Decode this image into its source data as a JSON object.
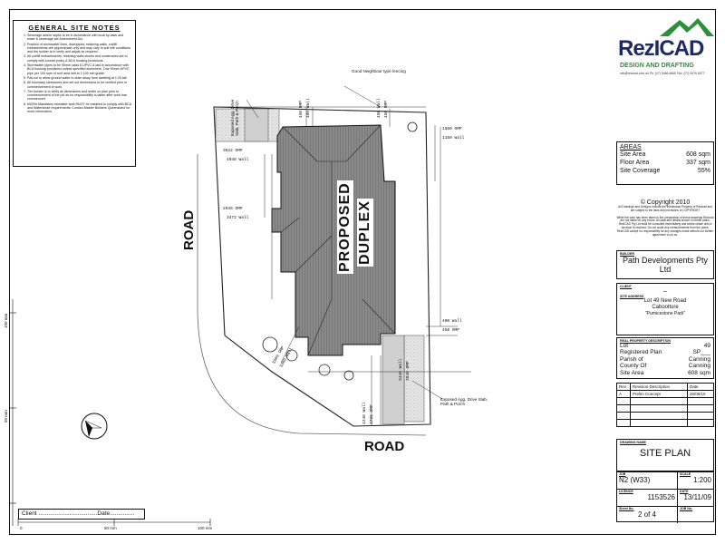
{
  "notes": {
    "title": "GENERAL SITE NOTES",
    "items": [
      "Sewerage and/or septic to be in accordance with local by-laws and water & sewerage act Amendment Act.",
      "Position of stormwater lines, downpipes, retaining walls, cut/fill embankments are approximate only and may vary to suit site conditions and the builder is to verify and adjust as required.",
      "All cut/fill embankments, retaining walls shown and constructed are to comply with council policy & BCA housing provisions.",
      "Stormwater pipes to be 90mm class 6 UPVC & laid in accordance with BCA housing provisions unless specified elsewhere. One 90mm UPVC pipe per 100 sqm of roof area laid to 1:100 min grade.",
      "Pad cut to allow ground water to drain away from dwelling at 1:20 fall.",
      "All boundary clearances and set out dimensions to be verified prior to commencement of work.",
      "The builder is to verify all dimensions and levels on plan prior to commencement of the job as no responsibility is taken after work has commenced.",
      "6000ltr Mandatory rainwater tank MUST be installed to comply with BCA and Watersmart requirements. Contact Master Builders Queensland for more information."
    ]
  },
  "plan": {
    "road_left": "ROAD",
    "road_bottom": "ROAD",
    "building_label_1": "PROPOSED",
    "building_label_2": "DUPLEX",
    "callouts": {
      "exposed_top": "Exposed Agg. Drive Slab, Path & Porch",
      "good_neighbour": "Good Neighbour type fencing",
      "exposed_bottom": "Exposed Agg. Drive Slab, Path & Porch"
    },
    "dims": {
      "d_top_omp": "450 OMP",
      "d_top_wall": "400 Wall",
      "d_top_wall2": "450 Wall",
      "d_top_omp2": "450 OMP",
      "d_r1_omp": "1500 OMP",
      "d_r1_wall": "1160 Wall",
      "d_l1_omp": "3622 OMP",
      "d_l1_wall": "4048 Wall",
      "d_l2_omp": "2945 OMP",
      "d_l2_wall": "3472 Wall",
      "d_r2_wall": "400 Wall",
      "d_r2_omp": "450 OMP",
      "d_b1_wall": "4240 Wall",
      "d_b1_omp": "3790 OMP",
      "d_b2_wall": "3446 Wall",
      "d_b2_omp": "3840 OMP",
      "d_c1": "3500 OMP",
      "d_c2": "3300 Wall"
    },
    "scale_bar": [
      "0",
      "50 mm",
      "100 mm"
    ],
    "client_label": "Client ....................................Date...............",
    "left_scale": [
      "100 mm",
      "50 mm"
    ]
  },
  "titleblock": {
    "logo_name": "RezICAD",
    "logo_sub": "DESIGN AND DRAFTING",
    "logo_contact": "info@rezicad.com.au  Ph: (07) 5466 6666  Fax: (07) 5476 6677",
    "areas": {
      "title": "AREAS",
      "rows": [
        {
          "k": "Site Area",
          "v": "608 sqm"
        },
        {
          "k": "Floor Area",
          "v": "337 sqm"
        },
        {
          "k": "Site Coverage",
          "v": "55%"
        }
      ]
    },
    "copyright": "© Copyright 2010",
    "copyright_small": "All Drawings and Designs Include the Intellectual Property of Rezicad and are subject to the laws and provisions of COPYRIGHT",
    "disclaimer": "While the care has been taken in the preparation of these drawings Rezicad are not liable for any errors. All data and details shown on these plans. RezICAD Pty Ltd shall be consulted immediately and works cease until a decision is reached. Do not scale any measurements from the plans. RezICAD accept no responsibility for any changes made without our written agreement to do so.",
    "builder_label": "BUILDER",
    "builder": "Path Developments Pty Ltd",
    "client_label": "CLIENT",
    "client": "–",
    "site_label": "SITE ADDRESS",
    "site_1": "Lot 49 New Road",
    "site_2": "Caboolture",
    "site_3": "\"Pumicestone Park\"",
    "rp_label": "REAL PROPERTY DESCRIPTION",
    "rp_rows": [
      {
        "k": "Lot",
        "v": "49"
      },
      {
        "k": "Registered Plan",
        "v": "SP___"
      },
      {
        "k": "Parish of",
        "v": "Canning"
      },
      {
        "k": "County Of",
        "v": "Canning"
      },
      {
        "k": "Site Area",
        "v": "608 sqm"
      }
    ],
    "rev_headers": [
      "Rev.",
      "Revision Description",
      "Date"
    ],
    "rev_rows": [
      [
        "A",
        "Prelim Concept",
        "26/05/10"
      ],
      [
        "",
        "",
        ""
      ],
      [
        "",
        "",
        ""
      ],
      [
        "",
        "",
        ""
      ],
      [
        "",
        "",
        ""
      ]
    ],
    "drawing_name_label": "DRAWING NAME",
    "drawing_name": "SITE PLAN",
    "job_label": "JOB",
    "job": "N2 (W33)",
    "scale_label": "SCALE",
    "scale": "1:200",
    "licence_label": "LICENCE",
    "licence": "1153526",
    "date_label": "DATE",
    "date": "13/11/09",
    "sheet_label": "Sheet No.",
    "sheet": "2 of 4",
    "jobno_label": "JOB No."
  }
}
